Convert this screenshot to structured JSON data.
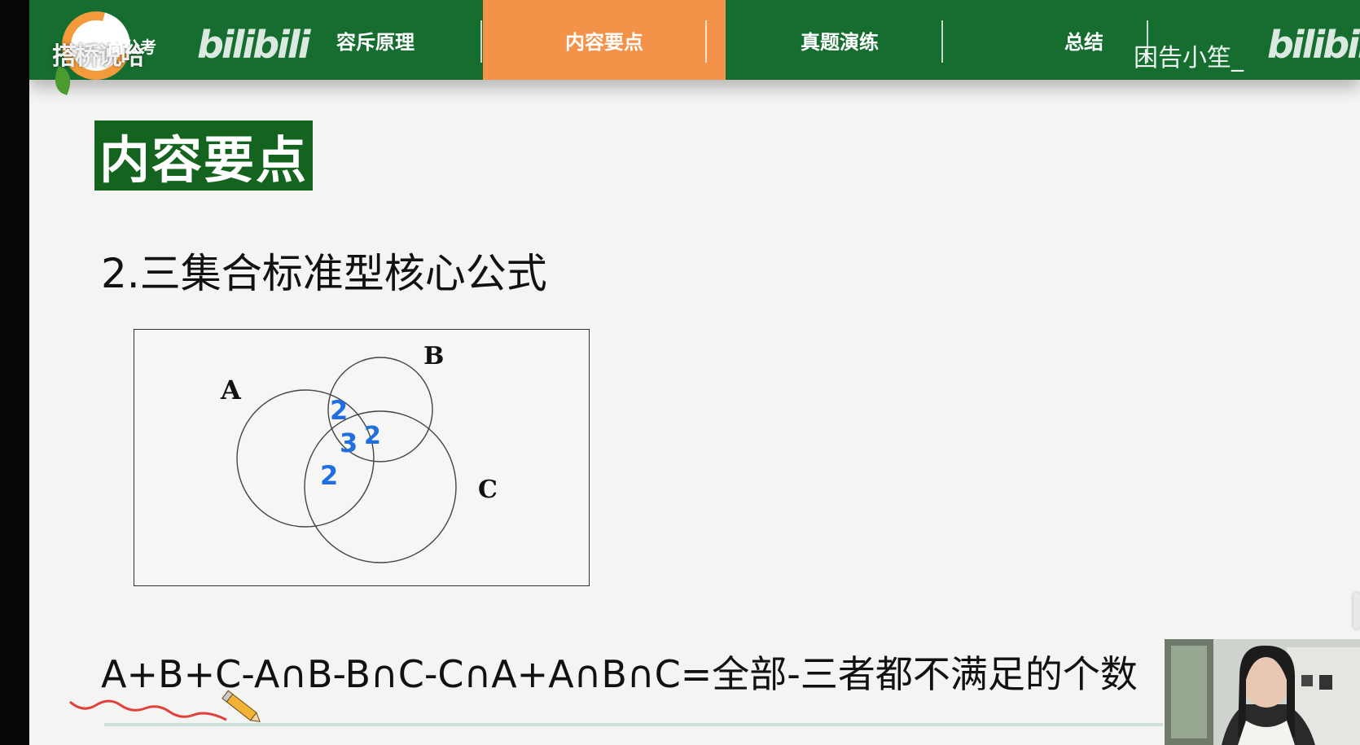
{
  "header": {
    "brand_text": "搭桥说哈",
    "brand_sub": "尚公考",
    "watermark_bili_left": "bilibili",
    "watermark_user": "困告小笙_",
    "watermark_bili_right": "bilibili",
    "tabs": [
      {
        "label": "容斥原理",
        "active": false
      },
      {
        "label": "内容要点",
        "active": true
      },
      {
        "label": "真题演练",
        "active": false
      },
      {
        "label": "总结",
        "active": false
      }
    ]
  },
  "slide": {
    "section_title": "内容要点",
    "heading": "2.三集合标准型核心公式",
    "venn": {
      "label_a": "A",
      "label_b": "B",
      "label_c": "C",
      "annotations": [
        "2",
        "3",
        "2",
        "2"
      ]
    },
    "formula": "A+B+C-A∩B-B∩C-C∩A+A∩B∩C=全部-三者都不满足的个数"
  },
  "colors": {
    "nav_green": "#166d30",
    "active_tab": "#f4924a",
    "title_green": "#14641f",
    "annotation_blue": "#1f6fe0",
    "squiggle_red": "#e0403a"
  },
  "icons": {
    "logo": "brand-logo-icon",
    "pencil": "pencil-icon",
    "presenter": "presenter-video"
  }
}
